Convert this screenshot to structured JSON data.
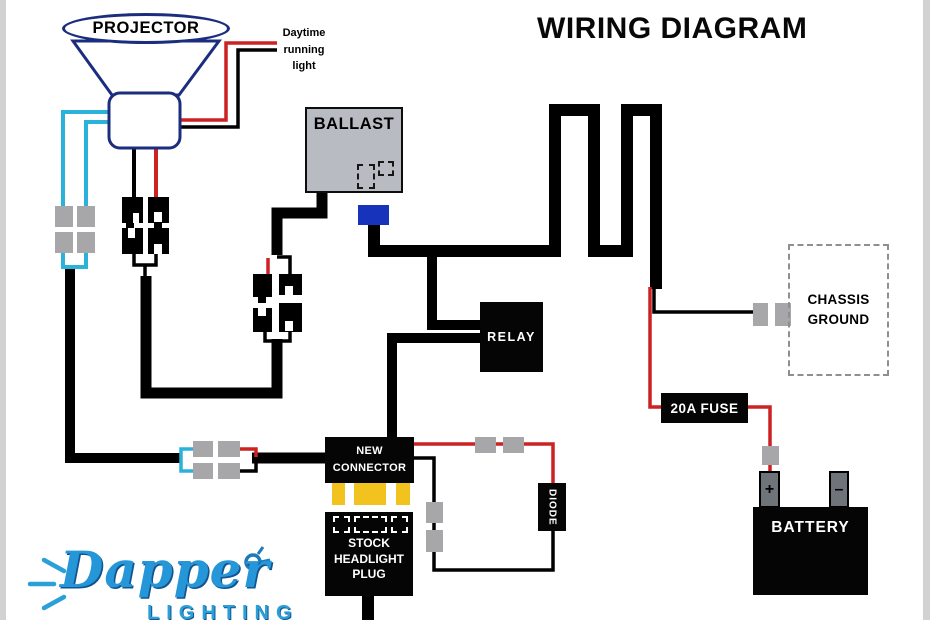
{
  "title": "WIRING DIAGRAM",
  "labels": {
    "projector": "PROJECTOR",
    "daytime": [
      "Daytime",
      "running",
      "light"
    ],
    "ballast": "BALLAST",
    "relay": "RELAY",
    "chassis": [
      "CHASSIS",
      "GROUND"
    ],
    "fuse": "20A FUSE",
    "battery": "BATTERY",
    "battery_positive": "+",
    "battery_negative": "–",
    "new_connector": [
      "NEW",
      "CONNECTOR"
    ],
    "stock_plug": [
      "STOCK",
      "HEADLIGHT",
      "PLUG"
    ],
    "diode": "DIODE"
  },
  "logo": {
    "name": "Dapper",
    "subtitle": "LIGHTING"
  },
  "colors": {
    "wire_black": "#000000",
    "wire_red": "#cc2222",
    "wire_cyan": "#2ab2da",
    "connector_gray": "#a7a7aa",
    "ballast_gray": "#b8bcc2",
    "projector_navy": "#1b2d7e",
    "connector_blue": "#1733bb",
    "pin_yellow": "#f2c21e",
    "terminal_gray": "#6f747a",
    "logo_blue": "#2a9fd8"
  }
}
